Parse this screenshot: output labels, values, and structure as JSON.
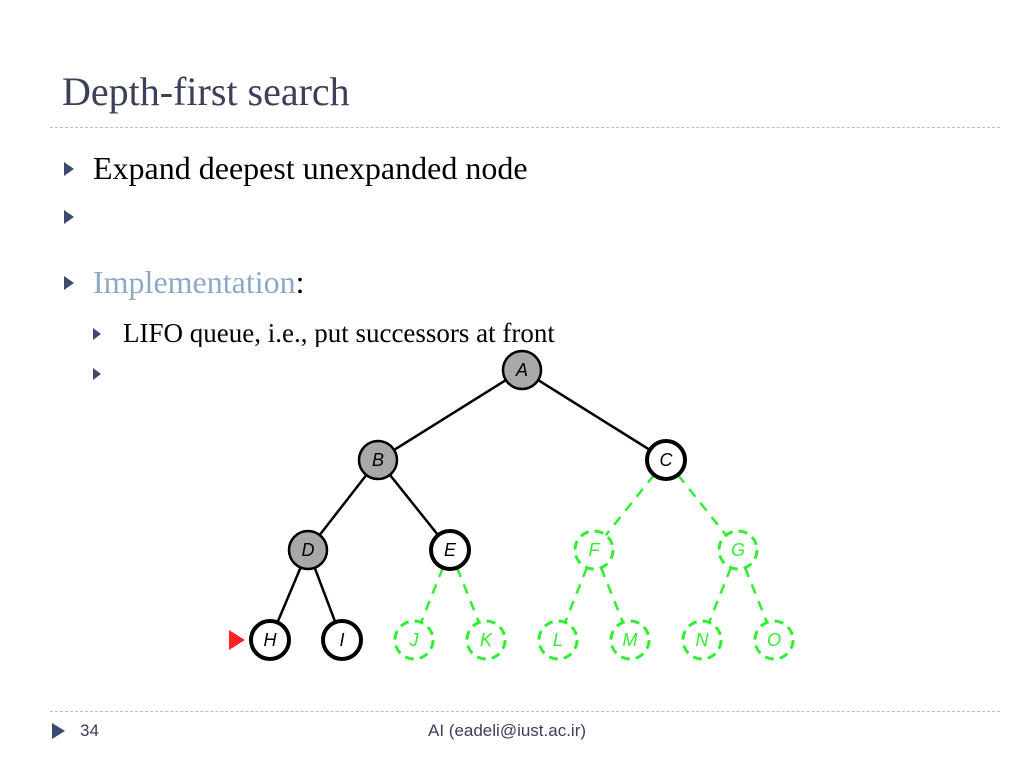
{
  "slide": {
    "title": "Depth-first search",
    "page_number": "34",
    "footer": "AI (eadeli@iust.ac.ir)"
  },
  "bullets": [
    {
      "text": "Expand deepest unexpanded node"
    },
    {
      "text": ""
    },
    {
      "accent": "Implementation",
      "rest": ":"
    },
    {
      "text": "LIFO queue, i.e., put successors at front"
    },
    {
      "text": ""
    }
  ],
  "tree": {
    "colors": {
      "expanded_fill": "#a8a8a8",
      "frontier_stroke": "#000000",
      "unexplored_stroke": "#33ee33",
      "pointer": "#ff2222"
    },
    "nodes": [
      {
        "id": "A",
        "state": "expanded"
      },
      {
        "id": "B",
        "state": "expanded"
      },
      {
        "id": "C",
        "state": "frontier"
      },
      {
        "id": "D",
        "state": "expanded"
      },
      {
        "id": "E",
        "state": "frontier"
      },
      {
        "id": "F",
        "state": "unexplored"
      },
      {
        "id": "G",
        "state": "unexplored"
      },
      {
        "id": "H",
        "state": "frontier",
        "current": true
      },
      {
        "id": "I",
        "state": "frontier"
      },
      {
        "id": "J",
        "state": "unexplored"
      },
      {
        "id": "K",
        "state": "unexplored"
      },
      {
        "id": "L",
        "state": "unexplored"
      },
      {
        "id": "M",
        "state": "unexplored"
      },
      {
        "id": "N",
        "state": "unexplored"
      },
      {
        "id": "O",
        "state": "unexplored"
      }
    ],
    "edges": [
      [
        "A",
        "B"
      ],
      [
        "A",
        "C"
      ],
      [
        "B",
        "D"
      ],
      [
        "B",
        "E"
      ],
      [
        "C",
        "F"
      ],
      [
        "C",
        "G"
      ],
      [
        "D",
        "H"
      ],
      [
        "D",
        "I"
      ],
      [
        "E",
        "J"
      ],
      [
        "E",
        "K"
      ],
      [
        "F",
        "L"
      ],
      [
        "F",
        "M"
      ],
      [
        "G",
        "N"
      ],
      [
        "G",
        "O"
      ]
    ]
  }
}
